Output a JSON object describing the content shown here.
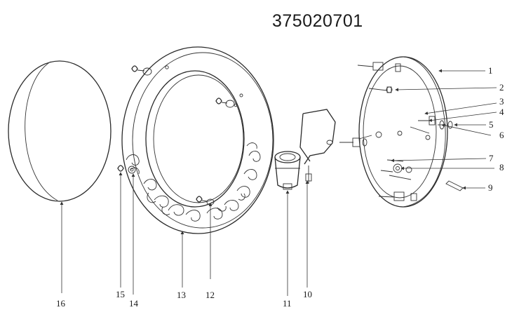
{
  "title": "375020701",
  "labels": {
    "l1": "1",
    "l2": "2",
    "l3": "3",
    "l4": "4",
    "l5": "5",
    "l6": "6",
    "l7": "7",
    "l8": "8",
    "l9": "9",
    "l10": "10",
    "l11": "11",
    "l12": "12",
    "l13": "13",
    "l14": "14",
    "l15": "15",
    "l16": "16"
  }
}
